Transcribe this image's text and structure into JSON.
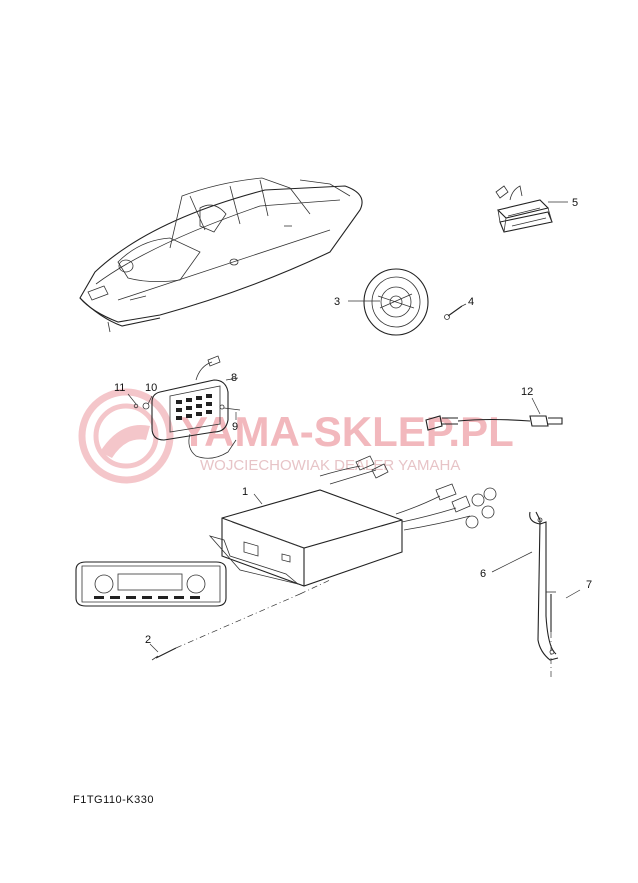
{
  "diagram": {
    "callouts": [
      {
        "id": "1",
        "label": "1"
      },
      {
        "id": "2",
        "label": "2"
      },
      {
        "id": "3",
        "label": "3"
      },
      {
        "id": "4",
        "label": "4"
      },
      {
        "id": "5",
        "label": "5"
      },
      {
        "id": "6",
        "label": "6"
      },
      {
        "id": "7",
        "label": "7"
      },
      {
        "id": "8",
        "label": "8"
      },
      {
        "id": "9",
        "label": "9"
      },
      {
        "id": "10",
        "label": "10"
      },
      {
        "id": "11",
        "label": "11"
      },
      {
        "id": "12",
        "label": "12"
      }
    ],
    "catalog_code": "F1TG110-K330"
  },
  "watermark": {
    "title": "YAMA-SKLEP.PL",
    "subtitle": "WOJCIECHOWIAK DEALER YAMAHA",
    "color": "#f2b8bd"
  }
}
